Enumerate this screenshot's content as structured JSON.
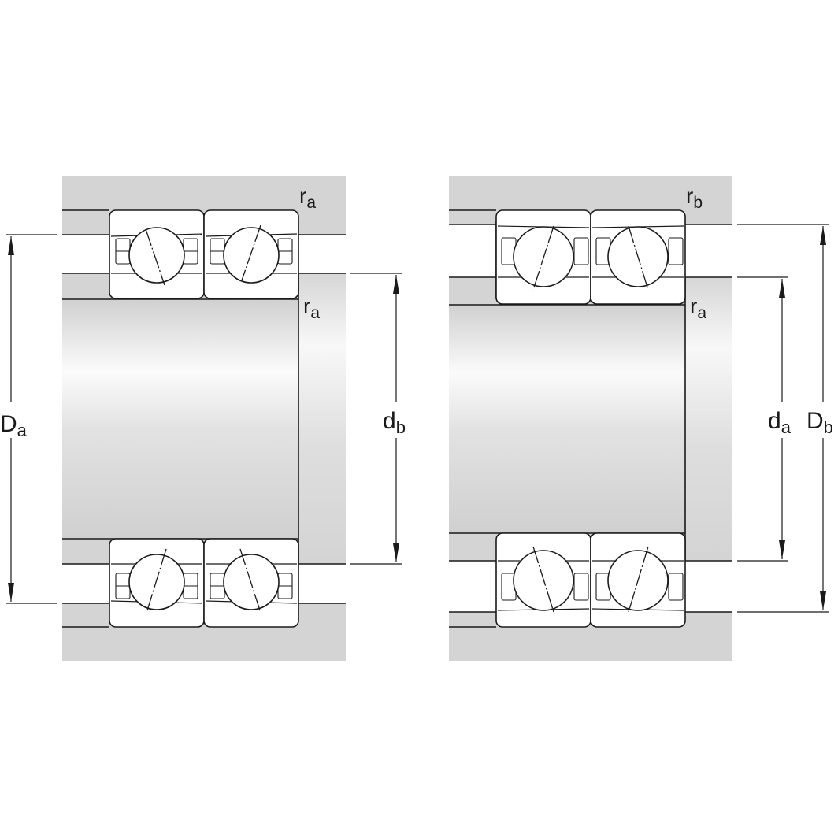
{
  "diagram": {
    "type": "bearing-abutment-dimensions",
    "description": "Double-row angular contact ball bearing arrangement (back-to-back pair) shown twice with abutment and fillet dimensions",
    "colors": {
      "background": "#ffffff",
      "housing_fill": "#d4d4d4",
      "bearing_fill": "#ffffff",
      "line": "#1a1a1a",
      "shaft_gradient_light": "#fafafa",
      "shaft_gradient_dark": "#d2d2d2"
    }
  },
  "left_view": {
    "labels": {
      "outer_dim_main": "D",
      "outer_dim_sub": "a",
      "inner_dim_main": "d",
      "inner_dim_sub": "b",
      "fillet_top_main": "r",
      "fillet_top_sub": "a",
      "fillet_inner_main": "r",
      "fillet_inner_sub": "a"
    }
  },
  "right_view": {
    "labels": {
      "inner_dim_main": "d",
      "inner_dim_sub": "a",
      "outer_dim_main": "D",
      "outer_dim_sub": "b",
      "fillet_top_main": "r",
      "fillet_top_sub": "b",
      "fillet_inner_main": "r",
      "fillet_inner_sub": "a"
    }
  }
}
